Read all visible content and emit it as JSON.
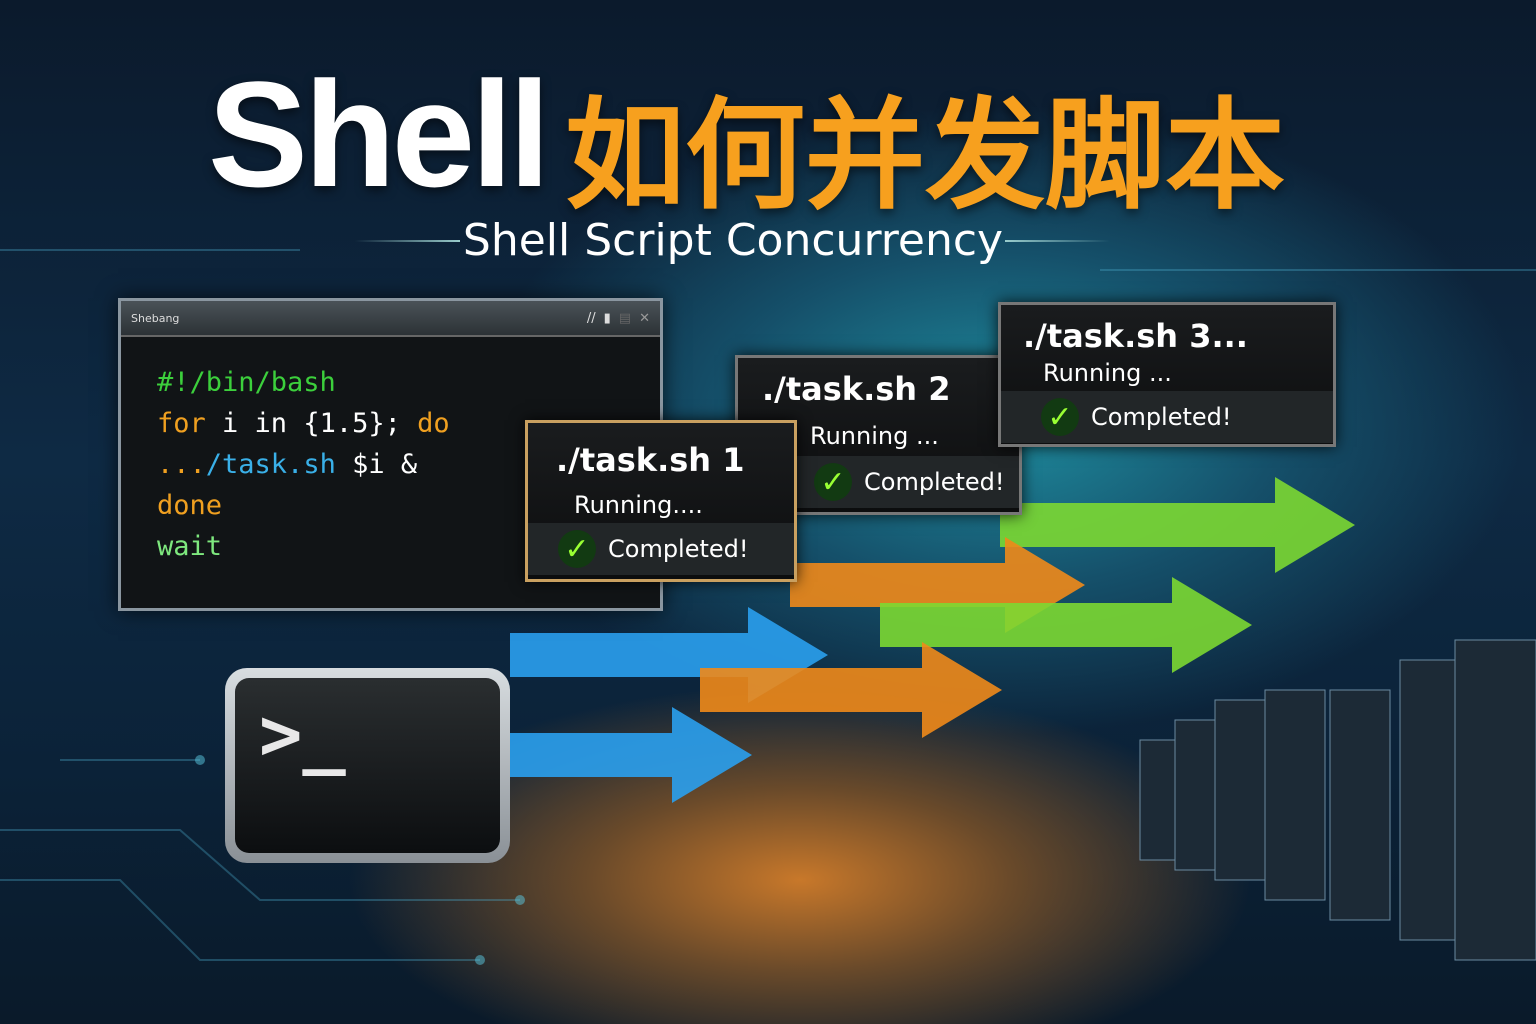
{
  "title": {
    "en": "Shell",
    "cn": "如何并发脚本",
    "subtitle": "Shell Script Concurrency"
  },
  "window": {
    "title": "Shebang",
    "controls": [
      "signal-icon",
      "maximize-icon",
      "menu-icon",
      "close-icon"
    ],
    "code": [
      [
        {
          "t": "#!/bin/bash",
          "c": "#3ccf3c"
        }
      ],
      [
        {
          "t": "for",
          "c": "#f0a020"
        },
        {
          "t": " i in {1.5}; ",
          "c": "#ffffff"
        },
        {
          "t": "do",
          "c": "#f0a020"
        }
      ],
      [
        {
          "t": "...",
          "c": "#f0a020"
        },
        {
          "t": "/task.sh",
          "c": "#3ab0e8"
        },
        {
          "t": " $i &",
          "c": "#ffffff"
        }
      ],
      [
        {
          "t": "done",
          "c": "#f0a020"
        }
      ],
      [
        {
          "t": "wait",
          "c": "#7ee87e"
        }
      ]
    ]
  },
  "tasks": [
    {
      "name": "./task.sh 1",
      "status": "Running....",
      "result": "Completed!"
    },
    {
      "name": "./task.sh 2",
      "status": "Running ...",
      "result": "Completed!"
    },
    {
      "name": "./task.sh 3...",
      "status": "Running ...",
      "result": "Completed!"
    }
  ],
  "terminal_icon": {
    "prompt": ">_"
  },
  "colors": {
    "accent": "#f7a01e",
    "green": "#7cd832",
    "blue": "#2aa0ee",
    "orange": "#f08a1a"
  }
}
